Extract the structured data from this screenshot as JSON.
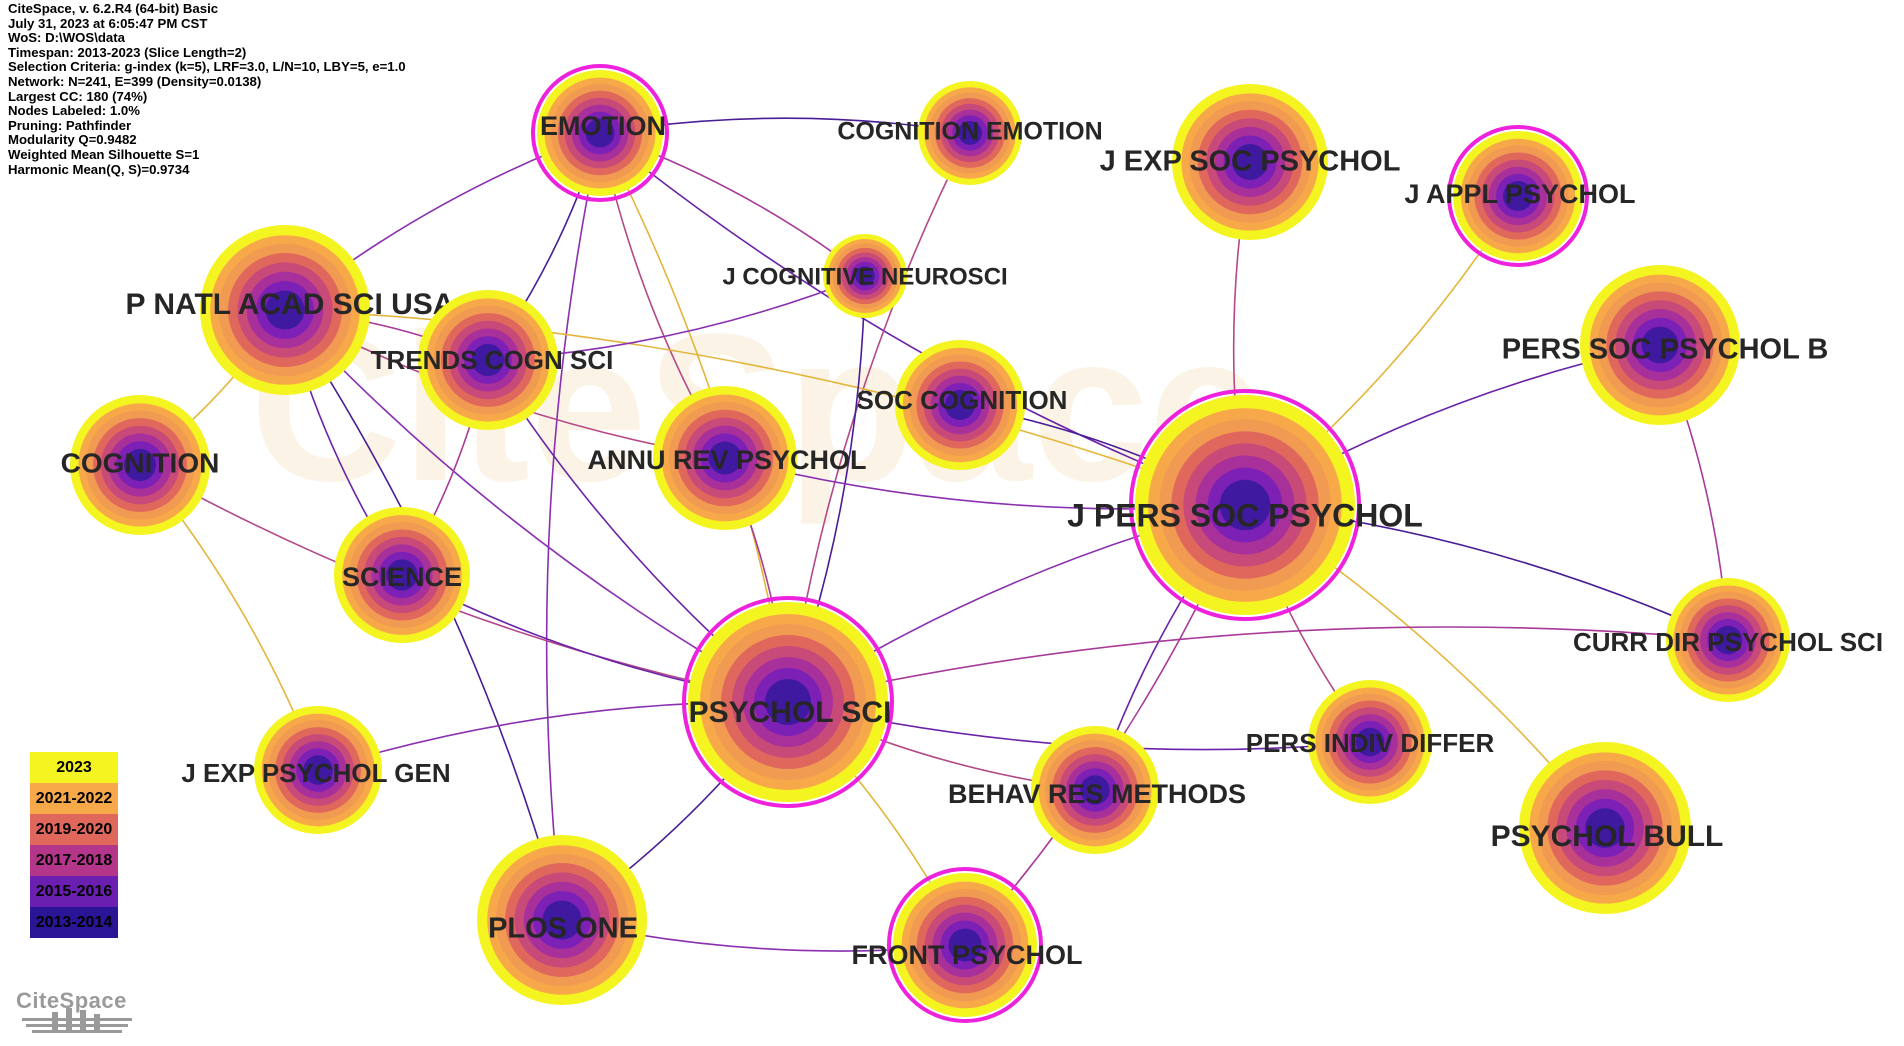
{
  "info_lines": [
    "CiteSpace, v. 6.2.R4 (64-bit) Basic",
    "July 31, 2023 at 6:05:47 PM CST",
    "WoS: D:\\WOS\\data",
    "Timespan: 2013-2023 (Slice Length=2)",
    "Selection Criteria: g-index (k=5), LRF=3.0, L/N=10, LBY=5, e=1.0",
    "Network: N=241, E=399 (Density=0.0138)",
    "Largest CC: 180 (74%)",
    "Nodes Labeled: 1.0%",
    "Pruning: Pathfinder",
    "Modularity Q=0.9482",
    "Weighted Mean Silhouette S=1",
    "Harmonic Mean(Q, S)=0.9734"
  ],
  "legend": [
    {
      "label": "2023",
      "color": "#f4f420"
    },
    {
      "label": "2021-2022",
      "color": "#f7a94a"
    },
    {
      "label": "2019-2020",
      "color": "#e0675c"
    },
    {
      "label": "2017-2018",
      "color": "#b4368b"
    },
    {
      "label": "2015-2016",
      "color": "#6a1fb0"
    },
    {
      "label": "2013-2014",
      "color": "#2a1596"
    }
  ],
  "ring_colors": [
    "#f4f420",
    "#f7a94a",
    "#f09a52",
    "#e0675c",
    "#c84a78",
    "#a8309a",
    "#7d20b5",
    "#3f1aa0"
  ],
  "burst_color": "#ee22dd",
  "watermark": "CiteSpace",
  "nodes": [
    {
      "id": "emotion",
      "label": "EMOTION",
      "burst": true
    },
    {
      "id": "cog_emo",
      "label": "COGNITION EMOTION",
      "burst": false
    },
    {
      "id": "jesp",
      "label": "J EXP SOC PSYCHOL",
      "burst": false
    },
    {
      "id": "jap",
      "label": "J APPL PSYCHOL",
      "burst": true
    },
    {
      "id": "jcn",
      "label": "J COGNITIVE NEUROSCI",
      "burst": false
    },
    {
      "id": "pnas",
      "label": "P NATL ACAD SCI USA",
      "burst": false
    },
    {
      "id": "tics",
      "label": "TRENDS COGN SCI",
      "burst": false
    },
    {
      "id": "pspb",
      "label": "PERS SOC PSYCHOL B",
      "burst": false
    },
    {
      "id": "soccog",
      "label": "SOC COGNITION",
      "burst": false
    },
    {
      "id": "cognition",
      "label": "COGNITION",
      "burst": false
    },
    {
      "id": "arp",
      "label": "ANNU REV PSYCHOL",
      "burst": false
    },
    {
      "id": "jpsp",
      "label": "J PERS SOC PSYCHOL",
      "burst": true
    },
    {
      "id": "science",
      "label": "SCIENCE",
      "burst": false
    },
    {
      "id": "cdps",
      "label": "CURR DIR PSYCHOL SCI",
      "burst": false
    },
    {
      "id": "psychsci",
      "label": "PSYCHOL SCI",
      "burst": true
    },
    {
      "id": "pid",
      "label": "PERS INDIV DIFFER",
      "burst": false
    },
    {
      "id": "jepg",
      "label": "J EXP PSYCHOL GEN",
      "burst": false
    },
    {
      "id": "brm",
      "label": "BEHAV RES METHODS",
      "burst": false
    },
    {
      "id": "pbull",
      "label": "PSYCHOL BULL",
      "burst": false
    },
    {
      "id": "plos",
      "label": "PLOS ONE",
      "burst": false
    },
    {
      "id": "frontpsy",
      "label": "FRONT PSYCHOL",
      "burst": true
    }
  ],
  "edges": [
    [
      "emotion",
      "pnas"
    ],
    [
      "emotion",
      "tics"
    ],
    [
      "emotion",
      "arp"
    ],
    [
      "emotion",
      "psychsci"
    ],
    [
      "emotion",
      "jpsp"
    ],
    [
      "emotion",
      "jcn"
    ],
    [
      "emotion",
      "plos"
    ],
    [
      "emotion",
      "cog_emo"
    ],
    [
      "cog_emo",
      "psychsci"
    ],
    [
      "pnas",
      "cognition"
    ],
    [
      "pnas",
      "science"
    ],
    [
      "pnas",
      "tics"
    ],
    [
      "pnas",
      "psychsci"
    ],
    [
      "pnas",
      "plos"
    ],
    [
      "pnas",
      "arp"
    ],
    [
      "pnas",
      "jpsp"
    ],
    [
      "tics",
      "psychsci"
    ],
    [
      "tics",
      "science"
    ],
    [
      "tics",
      "jcn"
    ],
    [
      "jcn",
      "psychsci"
    ],
    [
      "cognition",
      "psychsci"
    ],
    [
      "cognition",
      "jepg"
    ],
    [
      "science",
      "psychsci"
    ],
    [
      "arp",
      "psychsci"
    ],
    [
      "arp",
      "jpsp"
    ],
    [
      "soccog",
      "jpsp"
    ],
    [
      "jesp",
      "jpsp"
    ],
    [
      "jap",
      "jpsp"
    ],
    [
      "pspb",
      "jpsp"
    ],
    [
      "pspb",
      "cdps"
    ],
    [
      "jpsp",
      "psychsci"
    ],
    [
      "jpsp",
      "cdps"
    ],
    [
      "jpsp",
      "pid"
    ],
    [
      "jpsp",
      "pbull"
    ],
    [
      "jpsp",
      "brm"
    ],
    [
      "jpsp",
      "frontpsy"
    ],
    [
      "psychsci",
      "jepg"
    ],
    [
      "psychsci",
      "plos"
    ],
    [
      "psychsci",
      "brm"
    ],
    [
      "psychsci",
      "frontpsy"
    ],
    [
      "psychsci",
      "pid"
    ],
    [
      "psychsci",
      "cdps"
    ],
    [
      "plos",
      "frontpsy"
    ]
  ]
}
